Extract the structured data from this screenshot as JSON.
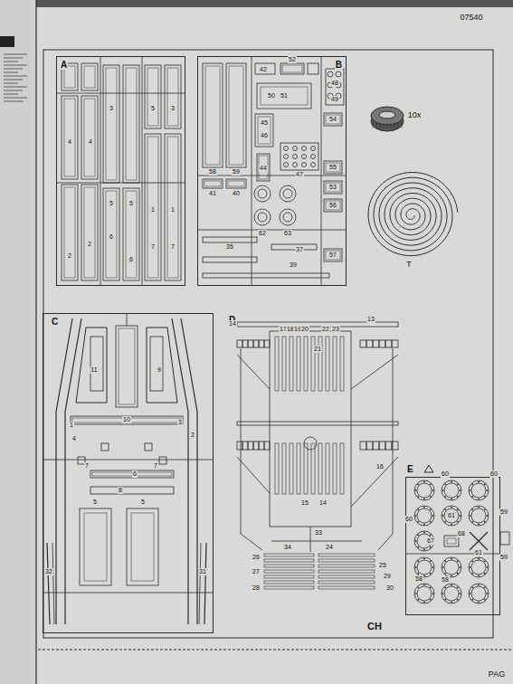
{
  "diagram": {
    "nodes": [
      {
        "text": [
          "A"
        ]
      },
      {
        "text": [
          "B"
        ]
      },
      {
        "text": [
          "C"
        ]
      },
      {
        "text": [
          "D"
        ]
      },
      {
        "text": [
          "E"
        ]
      }
    ],
    "labels": [
      "07540",
      "4",
      "4",
      "3",
      "5",
      "3",
      "5",
      "5",
      "1",
      "1",
      "2",
      "2",
      "6",
      "6",
      "7",
      "7",
      "42",
      "52",
      "51",
      "50",
      "48",
      "49",
      "45",
      "46",
      "54",
      "44",
      "47",
      "58",
      "59",
      "55",
      "53",
      "56",
      "41",
      "40",
      "62",
      "63",
      "37",
      "35",
      "39",
      "57",
      "10x",
      "T",
      "11",
      "9",
      "10",
      "1",
      "3",
      "4",
      "2",
      "7",
      "7",
      "6",
      "8",
      "5",
      "5",
      "32",
      "31",
      "14",
      "17",
      "18",
      "19",
      "20",
      "22",
      "23",
      "13",
      "21",
      "16",
      "15",
      "14",
      "33",
      "34",
      "24",
      "26",
      "27",
      "28",
      "25",
      "29",
      "30",
      "60",
      "60",
      "60",
      "61",
      "59",
      "67",
      "68",
      "61",
      "59",
      "58",
      "58",
      "CH",
      "PAG"
    ]
  }
}
